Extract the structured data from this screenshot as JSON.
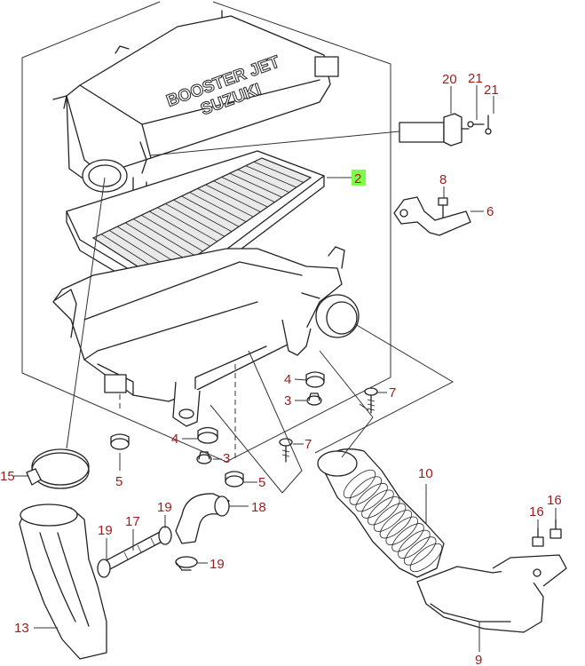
{
  "cover_text": {
    "line1": "BOOSTER JET",
    "line2": "SUZUKI"
  },
  "callouts": [
    {
      "id": "c2",
      "label": "2",
      "highlighted": true
    },
    {
      "id": "c20",
      "label": "20"
    },
    {
      "id": "c21a",
      "label": "21"
    },
    {
      "id": "c21b",
      "label": "21"
    },
    {
      "id": "c8",
      "label": "8"
    },
    {
      "id": "c6",
      "label": "6"
    },
    {
      "id": "c4a",
      "label": "4"
    },
    {
      "id": "c3a",
      "label": "3"
    },
    {
      "id": "c7a",
      "label": "7"
    },
    {
      "id": "c4b",
      "label": "4"
    },
    {
      "id": "c3b",
      "label": "3"
    },
    {
      "id": "c7b",
      "label": "7"
    },
    {
      "id": "c5a",
      "label": "5"
    },
    {
      "id": "c5b",
      "label": "5"
    },
    {
      "id": "c15",
      "label": "15"
    },
    {
      "id": "c10",
      "label": "10"
    },
    {
      "id": "c16a",
      "label": "16"
    },
    {
      "id": "c16b",
      "label": "16"
    },
    {
      "id": "c17",
      "label": "17"
    },
    {
      "id": "c19a",
      "label": "19"
    },
    {
      "id": "c19b",
      "label": "19"
    },
    {
      "id": "c19c",
      "label": "19"
    },
    {
      "id": "c18",
      "label": "18"
    },
    {
      "id": "c13",
      "label": "13"
    },
    {
      "id": "c9",
      "label": "9"
    }
  ],
  "colors": {
    "callout_text": "#9b1c1c",
    "highlight": "#7CFC4A"
  }
}
